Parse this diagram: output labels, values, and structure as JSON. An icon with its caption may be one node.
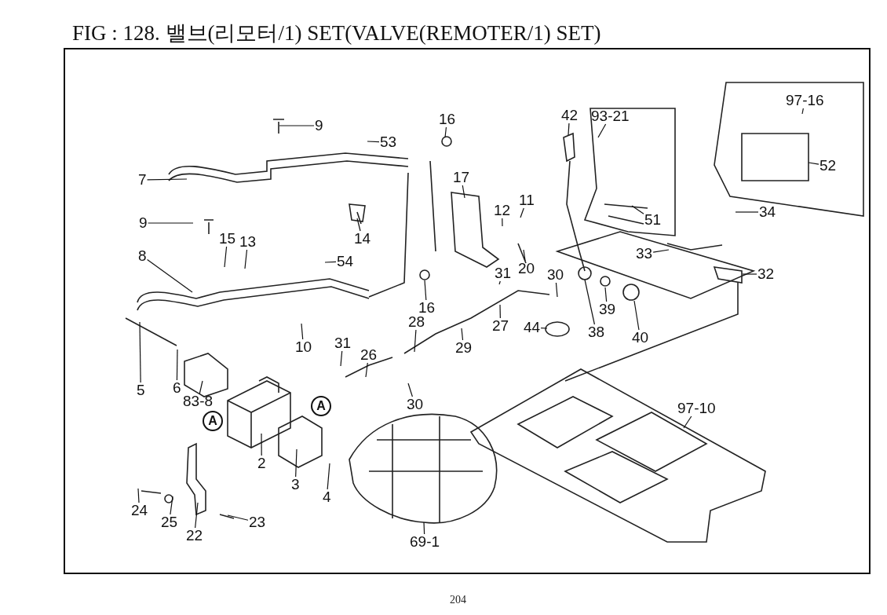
{
  "diagram": {
    "title": "FIG : 128. 밸브(리모터/1) SET(VALVE(REMOTER/1) SET)",
    "nodes": [
      {
        "text": [
          "9"
        ]
      },
      {
        "text": [
          "53"
        ]
      },
      {
        "text": [
          "16"
        ]
      },
      {
        "text": [
          "42"
        ]
      },
      {
        "text": [
          "93-21"
        ]
      },
      {
        "text": [
          "97-16"
        ]
      },
      {
        "text": [
          "7"
        ]
      },
      {
        "text": [
          "17"
        ]
      },
      {
        "text": [
          "11"
        ]
      },
      {
        "text": [
          "12"
        ]
      },
      {
        "text": [
          "52"
        ]
      },
      {
        "text": [
          "51"
        ]
      },
      {
        "text": [
          "9"
        ]
      },
      {
        "text": [
          "15"
        ]
      },
      {
        "text": [
          "13"
        ]
      },
      {
        "text": [
          "14"
        ]
      },
      {
        "text": [
          "34"
        ]
      },
      {
        "text": [
          "8"
        ]
      },
      {
        "text": [
          "54"
        ]
      },
      {
        "text": [
          "33"
        ]
      },
      {
        "text": [
          "32"
        ]
      },
      {
        "text": [
          "20"
        ]
      },
      {
        "text": [
          "31"
        ]
      },
      {
        "text": [
          "30"
        ]
      },
      {
        "text": [
          "16"
        ]
      },
      {
        "text": [
          "39"
        ]
      },
      {
        "text": [
          "28"
        ]
      },
      {
        "text": [
          "27"
        ]
      },
      {
        "text": [
          "44"
        ]
      },
      {
        "text": [
          "38"
        ]
      },
      {
        "text": [
          "40"
        ]
      },
      {
        "text": [
          "10"
        ]
      },
      {
        "text": [
          "31"
        ]
      },
      {
        "text": [
          "26"
        ]
      },
      {
        "text": [
          "29"
        ]
      },
      {
        "text": [
          "5"
        ]
      },
      {
        "text": [
          "6"
        ]
      },
      {
        "text": [
          "83-8"
        ]
      },
      {
        "text": [
          "30"
        ]
      },
      {
        "text": [
          "97-10"
        ]
      },
      {
        "text": [
          "2"
        ]
      },
      {
        "text": [
          "3"
        ]
      },
      {
        "text": [
          "4"
        ]
      },
      {
        "text": [
          "24"
        ]
      },
      {
        "text": [
          "25"
        ]
      },
      {
        "text": [
          "22"
        ]
      },
      {
        "text": [
          "23"
        ]
      },
      {
        "text": [
          "69-1"
        ]
      },
      {
        "text": [
          "A"
        ]
      },
      {
        "text": [
          "A"
        ]
      }
    ],
    "edges": [
      {
        "from": 0,
        "to": null,
        "arrow": "none"
      },
      {
        "from": 1,
        "to": null,
        "arrow": "none"
      },
      {
        "from": 2,
        "to": null,
        "arrow": "none"
      },
      {
        "from": 3,
        "to": null,
        "arrow": "none"
      },
      {
        "from": 4,
        "to": null,
        "arrow": "none"
      },
      {
        "from": 5,
        "to": null,
        "arrow": "none"
      },
      {
        "from": 6,
        "to": null,
        "arrow": "none"
      },
      {
        "from": 7,
        "to": null,
        "arrow": "none"
      },
      {
        "from": 8,
        "to": null,
        "arrow": "none"
      },
      {
        "from": 9,
        "to": null,
        "arrow": "none"
      },
      {
        "from": 10,
        "to": null,
        "arrow": "none"
      },
      {
        "from": 11,
        "to": null,
        "arrow": "none"
      },
      {
        "from": 12,
        "to": null,
        "arrow": "none"
      },
      {
        "from": 13,
        "to": null,
        "arrow": "none"
      },
      {
        "from": 14,
        "to": null,
        "arrow": "none"
      },
      {
        "from": 15,
        "to": null,
        "arrow": "none"
      },
      {
        "from": 16,
        "to": null,
        "arrow": "none"
      },
      {
        "from": 17,
        "to": null,
        "arrow": "none"
      },
      {
        "from": 18,
        "to": null,
        "arrow": "none"
      },
      {
        "from": 19,
        "to": null,
        "arrow": "none"
      },
      {
        "from": 20,
        "to": null,
        "arrow": "none"
      },
      {
        "from": 21,
        "to": null,
        "arrow": "none"
      },
      {
        "from": 22,
        "to": null,
        "arrow": "none"
      },
      {
        "from": 23,
        "to": null,
        "arrow": "none"
      },
      {
        "from": 24,
        "to": null,
        "arrow": "none"
      },
      {
        "from": 25,
        "to": null,
        "arrow": "none"
      },
      {
        "from": 26,
        "to": null,
        "arrow": "none"
      },
      {
        "from": 27,
        "to": null,
        "arrow": "none"
      },
      {
        "from": 28,
        "to": null,
        "arrow": "none"
      },
      {
        "from": 29,
        "to": null,
        "arrow": "none"
      },
      {
        "from": 30,
        "to": null,
        "arrow": "none"
      },
      {
        "from": 31,
        "to": null,
        "arrow": "none"
      },
      {
        "from": 32,
        "to": null,
        "arrow": "none"
      },
      {
        "from": 33,
        "to": null,
        "arrow": "none"
      },
      {
        "from": 34,
        "to": null,
        "arrow": "none"
      },
      {
        "from": 35,
        "to": null,
        "arrow": "none"
      },
      {
        "from": 36,
        "to": null,
        "arrow": "none"
      },
      {
        "from": 37,
        "to": null,
        "arrow": "none"
      },
      {
        "from": 38,
        "to": null,
        "arrow": "none"
      },
      {
        "from": 39,
        "to": null,
        "arrow": "none"
      },
      {
        "from": 40,
        "to": null,
        "arrow": "none"
      },
      {
        "from": 41,
        "to": null,
        "arrow": "none"
      },
      {
        "from": 42,
        "to": null,
        "arrow": "none"
      },
      {
        "from": 43,
        "to": null,
        "arrow": "none"
      },
      {
        "from": 44,
        "to": null,
        "arrow": "none"
      },
      {
        "from": 45,
        "to": null,
        "arrow": "none"
      },
      {
        "from": 46,
        "to": null,
        "arrow": "none"
      },
      {
        "from": 47,
        "to": null,
        "arrow": "none"
      }
    ],
    "labels": [
      "204"
    ]
  }
}
